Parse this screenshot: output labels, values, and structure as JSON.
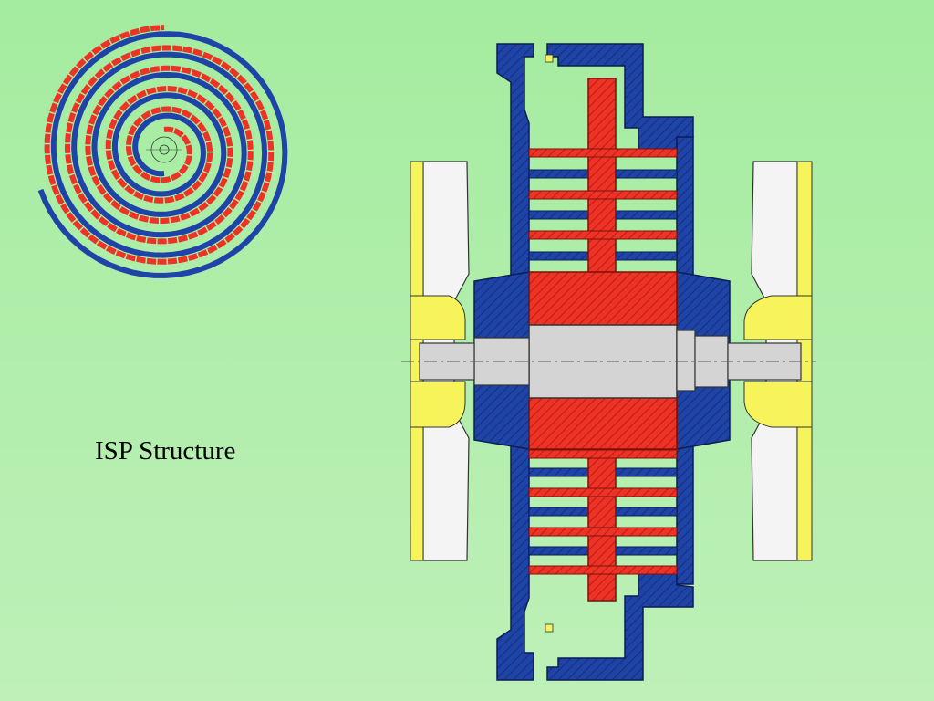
{
  "slide": {
    "caption": "ISP Structure"
  },
  "colors": {
    "background_top": "#a4ec9f",
    "background_bottom": "#bef0b8",
    "rotor_red": "#ee3226",
    "housing_blue": "#1f44a8",
    "hatch_dark": "#152f78",
    "shaft_grey": "#d4d4d4",
    "bearing_yellow": "#f6f45a",
    "disc_white": "#f4f4f4"
  },
  "diagram": {
    "spiral": {
      "parts": [
        "red-scroll",
        "blue-scroll",
        "center-hub"
      ]
    },
    "cross_section": {
      "parts": [
        "housing",
        "rotor",
        "shaft",
        "left-fan",
        "right-fan"
      ]
    }
  }
}
